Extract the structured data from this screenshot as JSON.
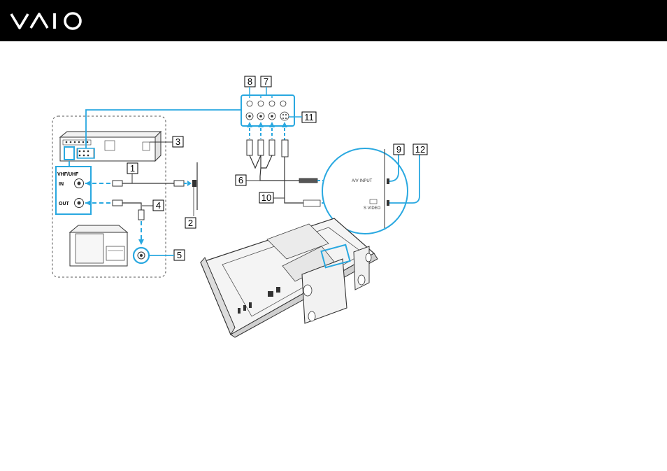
{
  "header": {
    "logo_name": "vaio-logo",
    "background": "#000000",
    "logo_color": "#ffffff"
  },
  "diagram": {
    "accent_color": "#29a8e0",
    "callouts": [
      "1",
      "2",
      "3",
      "4",
      "5",
      "6",
      "7",
      "8",
      "9",
      "10",
      "11",
      "12"
    ],
    "antenna_labels": {
      "group": "VHF/UHF",
      "in": "IN",
      "out": "OUT"
    },
    "monitor_port_labels": {
      "av_input": "A/V INPUT",
      "s_video": "S VIDEO"
    }
  }
}
